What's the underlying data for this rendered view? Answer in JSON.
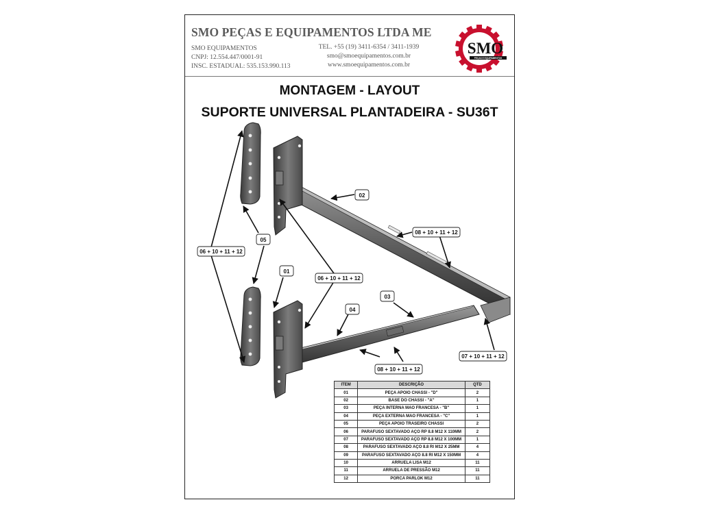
{
  "header": {
    "company_name": "SMO PEÇAS E EQUIPAMENTOS LTDA ME",
    "trade_name": "SMO EQUIPAMENTOS",
    "cnpj": "CNPJ: 12.554.447/0001-91",
    "state_registration": "INSC. ESTADUAL: 535.153.990.113",
    "phone": "TEL. +55 (19) 3411-6354 / 3411-1939",
    "email": "smo@smoequipamentos.com.br",
    "website": "www.smoequipamentos.com.br"
  },
  "logo": {
    "text": "SMO",
    "subtext": "PEÇAS E EQUIPAMENTOS",
    "gear_color": "#c8102e"
  },
  "titles": {
    "line1": "MONTAGEM - LAYOUT",
    "line2": "SUPORTE UNIVERSAL PLANTADEIRA - SU36T"
  },
  "callouts": {
    "c01": "01",
    "c02": "02",
    "c03": "03",
    "c04": "04",
    "c05": "05",
    "bolt_left": "06 + 10 + 11 + 12",
    "bolt_center": "06 + 10 + 11 + 12",
    "bolt_top_arm": "08 + 10 + 11 + 12",
    "bolt_bottom_arm": "08 + 10 + 11 + 12",
    "bolt_tip": "07 + 10 + 11 + 12"
  },
  "bom": {
    "headers": {
      "item": "ITEM",
      "description": "DESCRIÇÃO",
      "qty": "QTD"
    },
    "rows": [
      {
        "item": "01",
        "description": "PEÇA APOIO CHASSI - \"D\"",
        "qty": "2"
      },
      {
        "item": "02",
        "description": "BASE DO CHASSI - \"A\"",
        "qty": "1"
      },
      {
        "item": "03",
        "description": "PEÇA INTERNA MAO FRANCESA - \"B\"",
        "qty": "1"
      },
      {
        "item": "04",
        "description": "PEÇA EXTERNA MAO FRANCESA - \"C\"",
        "qty": "1"
      },
      {
        "item": "05",
        "description": "PEÇA APOIO TRASEIRO CHASSI",
        "qty": "2"
      },
      {
        "item": "06",
        "description": "PARAFUSO SEXTAVADO AÇO RP 8.8 M12 X 110MM",
        "qty": "2"
      },
      {
        "item": "07",
        "description": "PARAFUSO SEXTAVADO AÇO RP 8.8 M12 X 100MM",
        "qty": "1"
      },
      {
        "item": "08",
        "description": "PARAFUSO SEXTAVADO AÇO 8.8 RI M12 X 25MM",
        "qty": "4"
      },
      {
        "item": "09",
        "description": "PARAFUSO SEXTAVADO AÇO 8.8 RI M12 X 150MM",
        "qty": "4"
      },
      {
        "item": "10",
        "description": "ARRUELA LISA M12",
        "qty": "11"
      },
      {
        "item": "11",
        "description": "ARRUELA DE PRESSÃO M12",
        "qty": "11"
      },
      {
        "item": "12",
        "description": "PORCA PARLOK M12",
        "qty": "11"
      }
    ]
  }
}
